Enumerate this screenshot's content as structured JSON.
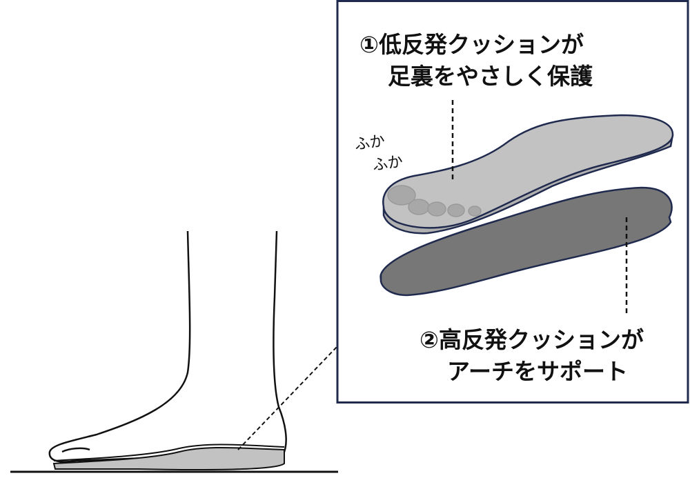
{
  "panel": {
    "label1_line1": "①低反発クッションが",
    "label1_line2": "足裏をやさしく保護",
    "label2_line1": "②高反発クッションが",
    "label2_line2": "アーチをサポート",
    "onomatopoeia_1": "ふか",
    "onomatopoeia_2": "ふか"
  },
  "colors": {
    "outline": "#1f2a4e",
    "top_layer": "#c2c2c2",
    "bottom_layer": "#777777"
  }
}
